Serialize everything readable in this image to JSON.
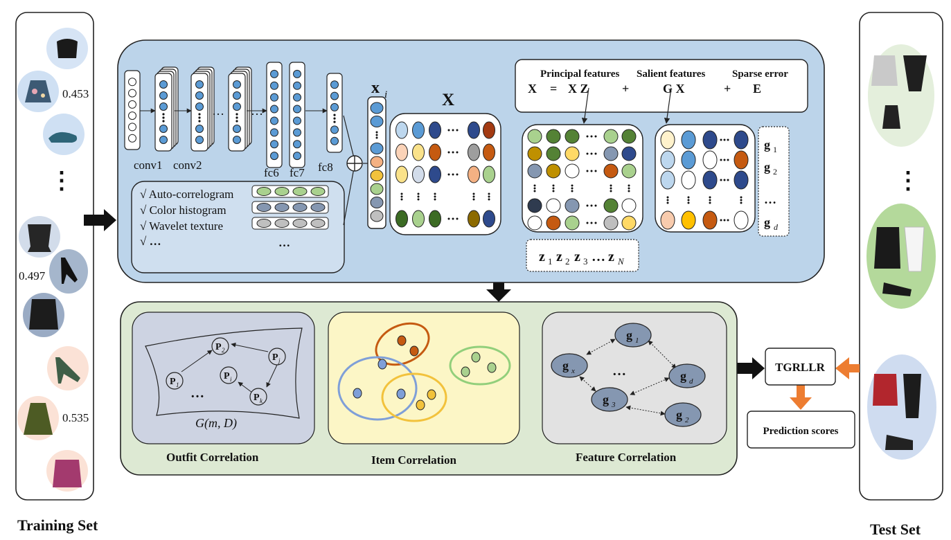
{
  "training_set": {
    "label": "Training Set",
    "scores": [
      "0.453",
      "0.497",
      "0.535"
    ],
    "ellipsis": "⋮"
  },
  "test_set": {
    "label": "Test Set",
    "ellipsis": "⋮"
  },
  "cnn": {
    "layers": [
      "conv1",
      "conv2",
      "fc6",
      "fc7",
      "fc8"
    ],
    "dots": "…",
    "handcrafted": [
      "√ Auto-correlogram",
      "√ Color histogram",
      "√ Wavelet texture",
      "√ …"
    ],
    "feature_dots": "…",
    "plus": "+"
  },
  "features": {
    "xi_main": "x",
    "xi_sub": "i",
    "X_label": "X"
  },
  "equation": {
    "principal": "Principal features",
    "salient": "Salient  features",
    "sparse": "Sparse error",
    "lhs": "X",
    "eq": "=",
    "t1": "X Z",
    "plus1": "+",
    "t2": "G X",
    "plus2": "+",
    "t3": "E"
  },
  "z_vector": {
    "items": [
      {
        "main": "z",
        "sub": "1"
      },
      {
        "main": "z",
        "sub": "2"
      },
      {
        "main": "z",
        "sub": "3"
      },
      {
        "main": "…",
        "sub": ""
      },
      {
        "main": "z",
        "sub": "N"
      }
    ]
  },
  "g_column": {
    "items": [
      {
        "main": "g",
        "sub": "1"
      },
      {
        "main": "g",
        "sub": "2"
      },
      {
        "main": "…",
        "sub": ""
      },
      {
        "main": "g",
        "sub": "d"
      }
    ]
  },
  "outfit_correlation": {
    "title": "Outfit Correlation",
    "formula": "G(m, D)",
    "nodes": [
      {
        "main": "P",
        "sub": "2"
      },
      {
        "main": "P",
        "sub": "j"
      },
      {
        "main": "P",
        "sub": "1"
      },
      {
        "main": "P",
        "sub": "i"
      },
      {
        "main": "P",
        "sub": "k"
      }
    ],
    "dots": "…"
  },
  "item_correlation": {
    "title": "Item Correlation"
  },
  "feature_correlation": {
    "title": "Feature Correlation",
    "nodes": [
      {
        "main": "g",
        "sub": "1"
      },
      {
        "main": "g",
        "sub": "x"
      },
      {
        "main": "g",
        "sub": "d"
      },
      {
        "main": "g",
        "sub": "3"
      },
      {
        "main": "g",
        "sub": "2"
      }
    ],
    "dots": "…"
  },
  "model": {
    "name": "TGRLLR",
    "output": "Prediction scores"
  },
  "colors": {
    "top_panel": "#bcd4ea",
    "bottom_panel": "#dde9d3",
    "node_blue": "#5b9bd5",
    "node_grayblue": "#8597b1",
    "arrow_orange": "#ed7d31",
    "ellipse_orange": "#c55a11",
    "ellipse_blue": "#7f9fd8",
    "ellipse_yellow": "#f2c23c",
    "ellipse_green": "#92cf7b"
  }
}
